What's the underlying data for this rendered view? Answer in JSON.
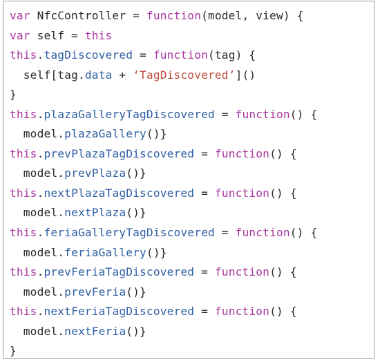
{
  "code": {
    "colors": {
      "keyword": "#a9369f",
      "property": "#2f5fa3",
      "string": "#c04b3e",
      "plain": "#2a2a2a"
    },
    "lines": [
      [
        [
          "kw",
          "var"
        ],
        [
          "p",
          " NfcController = "
        ],
        [
          "kw",
          "function"
        ],
        [
          "p",
          "(model, view) {"
        ]
      ],
      [
        [
          "kw",
          "var"
        ],
        [
          "p",
          " self = "
        ],
        [
          "kw",
          "this"
        ]
      ],
      [
        [
          "kw",
          "this"
        ],
        [
          "p",
          "."
        ],
        [
          "pr",
          "tagDiscovered"
        ],
        [
          "p",
          " = "
        ],
        [
          "kw",
          "function"
        ],
        [
          "p",
          "(tag) {"
        ]
      ],
      [
        [
          "p",
          "  self[tag."
        ],
        [
          "pr",
          "data"
        ],
        [
          "p",
          " + "
        ],
        [
          "s",
          "‘TagDiscovered’"
        ],
        [
          "p",
          "]()"
        ]
      ],
      [
        [
          "p",
          "}"
        ]
      ],
      [
        [
          "kw",
          "this"
        ],
        [
          "p",
          "."
        ],
        [
          "pr",
          "plazaGalleryTagDiscovered"
        ],
        [
          "p",
          " = "
        ],
        [
          "kw",
          "function"
        ],
        [
          "p",
          "() {"
        ]
      ],
      [
        [
          "p",
          "  model."
        ],
        [
          "pr",
          "plazaGallery"
        ],
        [
          "p",
          "()}"
        ]
      ],
      [
        [
          "kw",
          "this"
        ],
        [
          "p",
          "."
        ],
        [
          "pr",
          "prevPlazaTagDiscovered"
        ],
        [
          "p",
          " = "
        ],
        [
          "kw",
          "function"
        ],
        [
          "p",
          "() {"
        ]
      ],
      [
        [
          "p",
          "  model."
        ],
        [
          "pr",
          "prevPlaza"
        ],
        [
          "p",
          "()}"
        ]
      ],
      [
        [
          "kw",
          "this"
        ],
        [
          "p",
          "."
        ],
        [
          "pr",
          "nextPlazaTagDiscovered"
        ],
        [
          "p",
          " = "
        ],
        [
          "kw",
          "function"
        ],
        [
          "p",
          "() {"
        ]
      ],
      [
        [
          "p",
          "  model."
        ],
        [
          "pr",
          "nextPlaza"
        ],
        [
          "p",
          "()}"
        ]
      ],
      [
        [
          "kw",
          "this"
        ],
        [
          "p",
          "."
        ],
        [
          "pr",
          "feriaGalleryTagDiscovered"
        ],
        [
          "p",
          " = "
        ],
        [
          "kw",
          "function"
        ],
        [
          "p",
          "() {"
        ]
      ],
      [
        [
          "p",
          "  model."
        ],
        [
          "pr",
          "feriaGallery"
        ],
        [
          "p",
          "()}"
        ]
      ],
      [
        [
          "kw",
          "this"
        ],
        [
          "p",
          "."
        ],
        [
          "pr",
          "prevFeriaTagDiscovered"
        ],
        [
          "p",
          " = "
        ],
        [
          "kw",
          "function"
        ],
        [
          "p",
          "() {"
        ]
      ],
      [
        [
          "p",
          "  model."
        ],
        [
          "pr",
          "prevFeria"
        ],
        [
          "p",
          "()}"
        ]
      ],
      [
        [
          "kw",
          "this"
        ],
        [
          "p",
          "."
        ],
        [
          "pr",
          "nextFeriaTagDiscovered"
        ],
        [
          "p",
          " = "
        ],
        [
          "kw",
          "function"
        ],
        [
          "p",
          "() {"
        ]
      ],
      [
        [
          "p",
          "  model."
        ],
        [
          "pr",
          "nextFeria"
        ],
        [
          "p",
          "()}"
        ]
      ],
      [
        [
          "p",
          "}"
        ]
      ]
    ]
  }
}
